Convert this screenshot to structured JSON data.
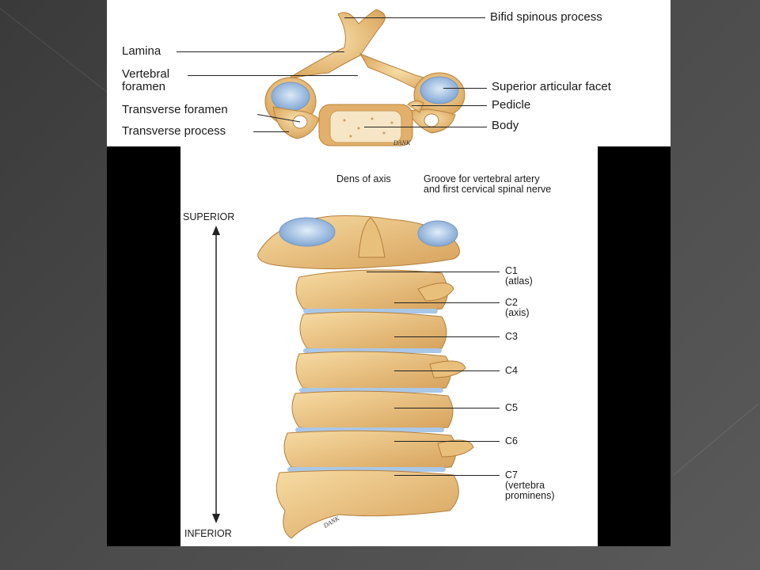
{
  "top_diagram": {
    "labels": {
      "bifid": "Bifid spinous process",
      "lamina": "Lamina",
      "vertebral_foramen": "Vertebral\nforamen",
      "transverse_foramen": "Transverse foramen",
      "transverse_process": "Transverse process",
      "superior_facet": "Superior articular facet",
      "pedicle": "Pedicle",
      "body": "Body"
    },
    "signature": "DANK"
  },
  "bottom_diagram": {
    "direction": {
      "superior": "SUPERIOR",
      "inferior": "INFERIOR"
    },
    "labels": {
      "dens": "Dens of axis",
      "groove": "Groove for vertebral artery\nand first cervical spinal nerve",
      "c1": "C1\n(atlas)",
      "c2": "C2\n(axis)",
      "c3": "C3",
      "c4": "C4",
      "c5": "C5",
      "c6": "C6",
      "c7": "C7\n(vertebra\nprominens)"
    },
    "signature": "DANK"
  },
  "colors": {
    "bone": "#EFC98A",
    "bone_dark": "#C8964F",
    "cartilage": "#A9C7E8",
    "slide_bg": "#444444"
  }
}
